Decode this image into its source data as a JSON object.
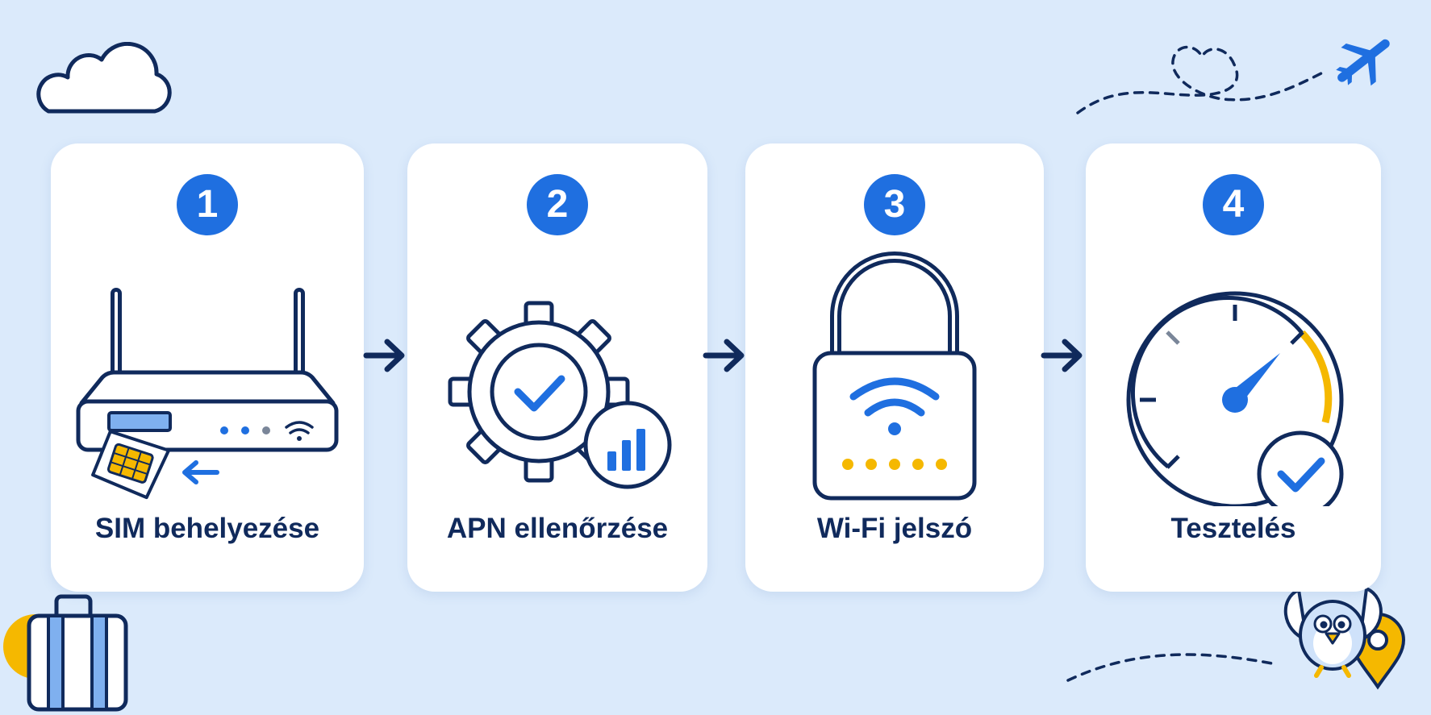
{
  "colors": {
    "background": "#dbeafb",
    "card": "#ffffff",
    "accent_blue": "#1f6fe0",
    "navy": "#102a5c",
    "yellow": "#f5b800"
  },
  "steps": [
    {
      "number": "1",
      "label": "SIM behelyezése",
      "icon": "router-sim-icon"
    },
    {
      "number": "2",
      "label": "APN ellenőrzése",
      "icon": "gear-check-signal-icon"
    },
    {
      "number": "3",
      "label": "Wi-Fi jelszó",
      "icon": "padlock-wifi-icon"
    },
    {
      "number": "4",
      "label": "Tesztelés",
      "icon": "speedometer-check-icon"
    }
  ],
  "decorations": [
    "cloud-icon",
    "dashed-heart-path-icon",
    "airplane-icon",
    "suitcase-icon",
    "bird-mascot-icon",
    "location-pin-icon"
  ]
}
